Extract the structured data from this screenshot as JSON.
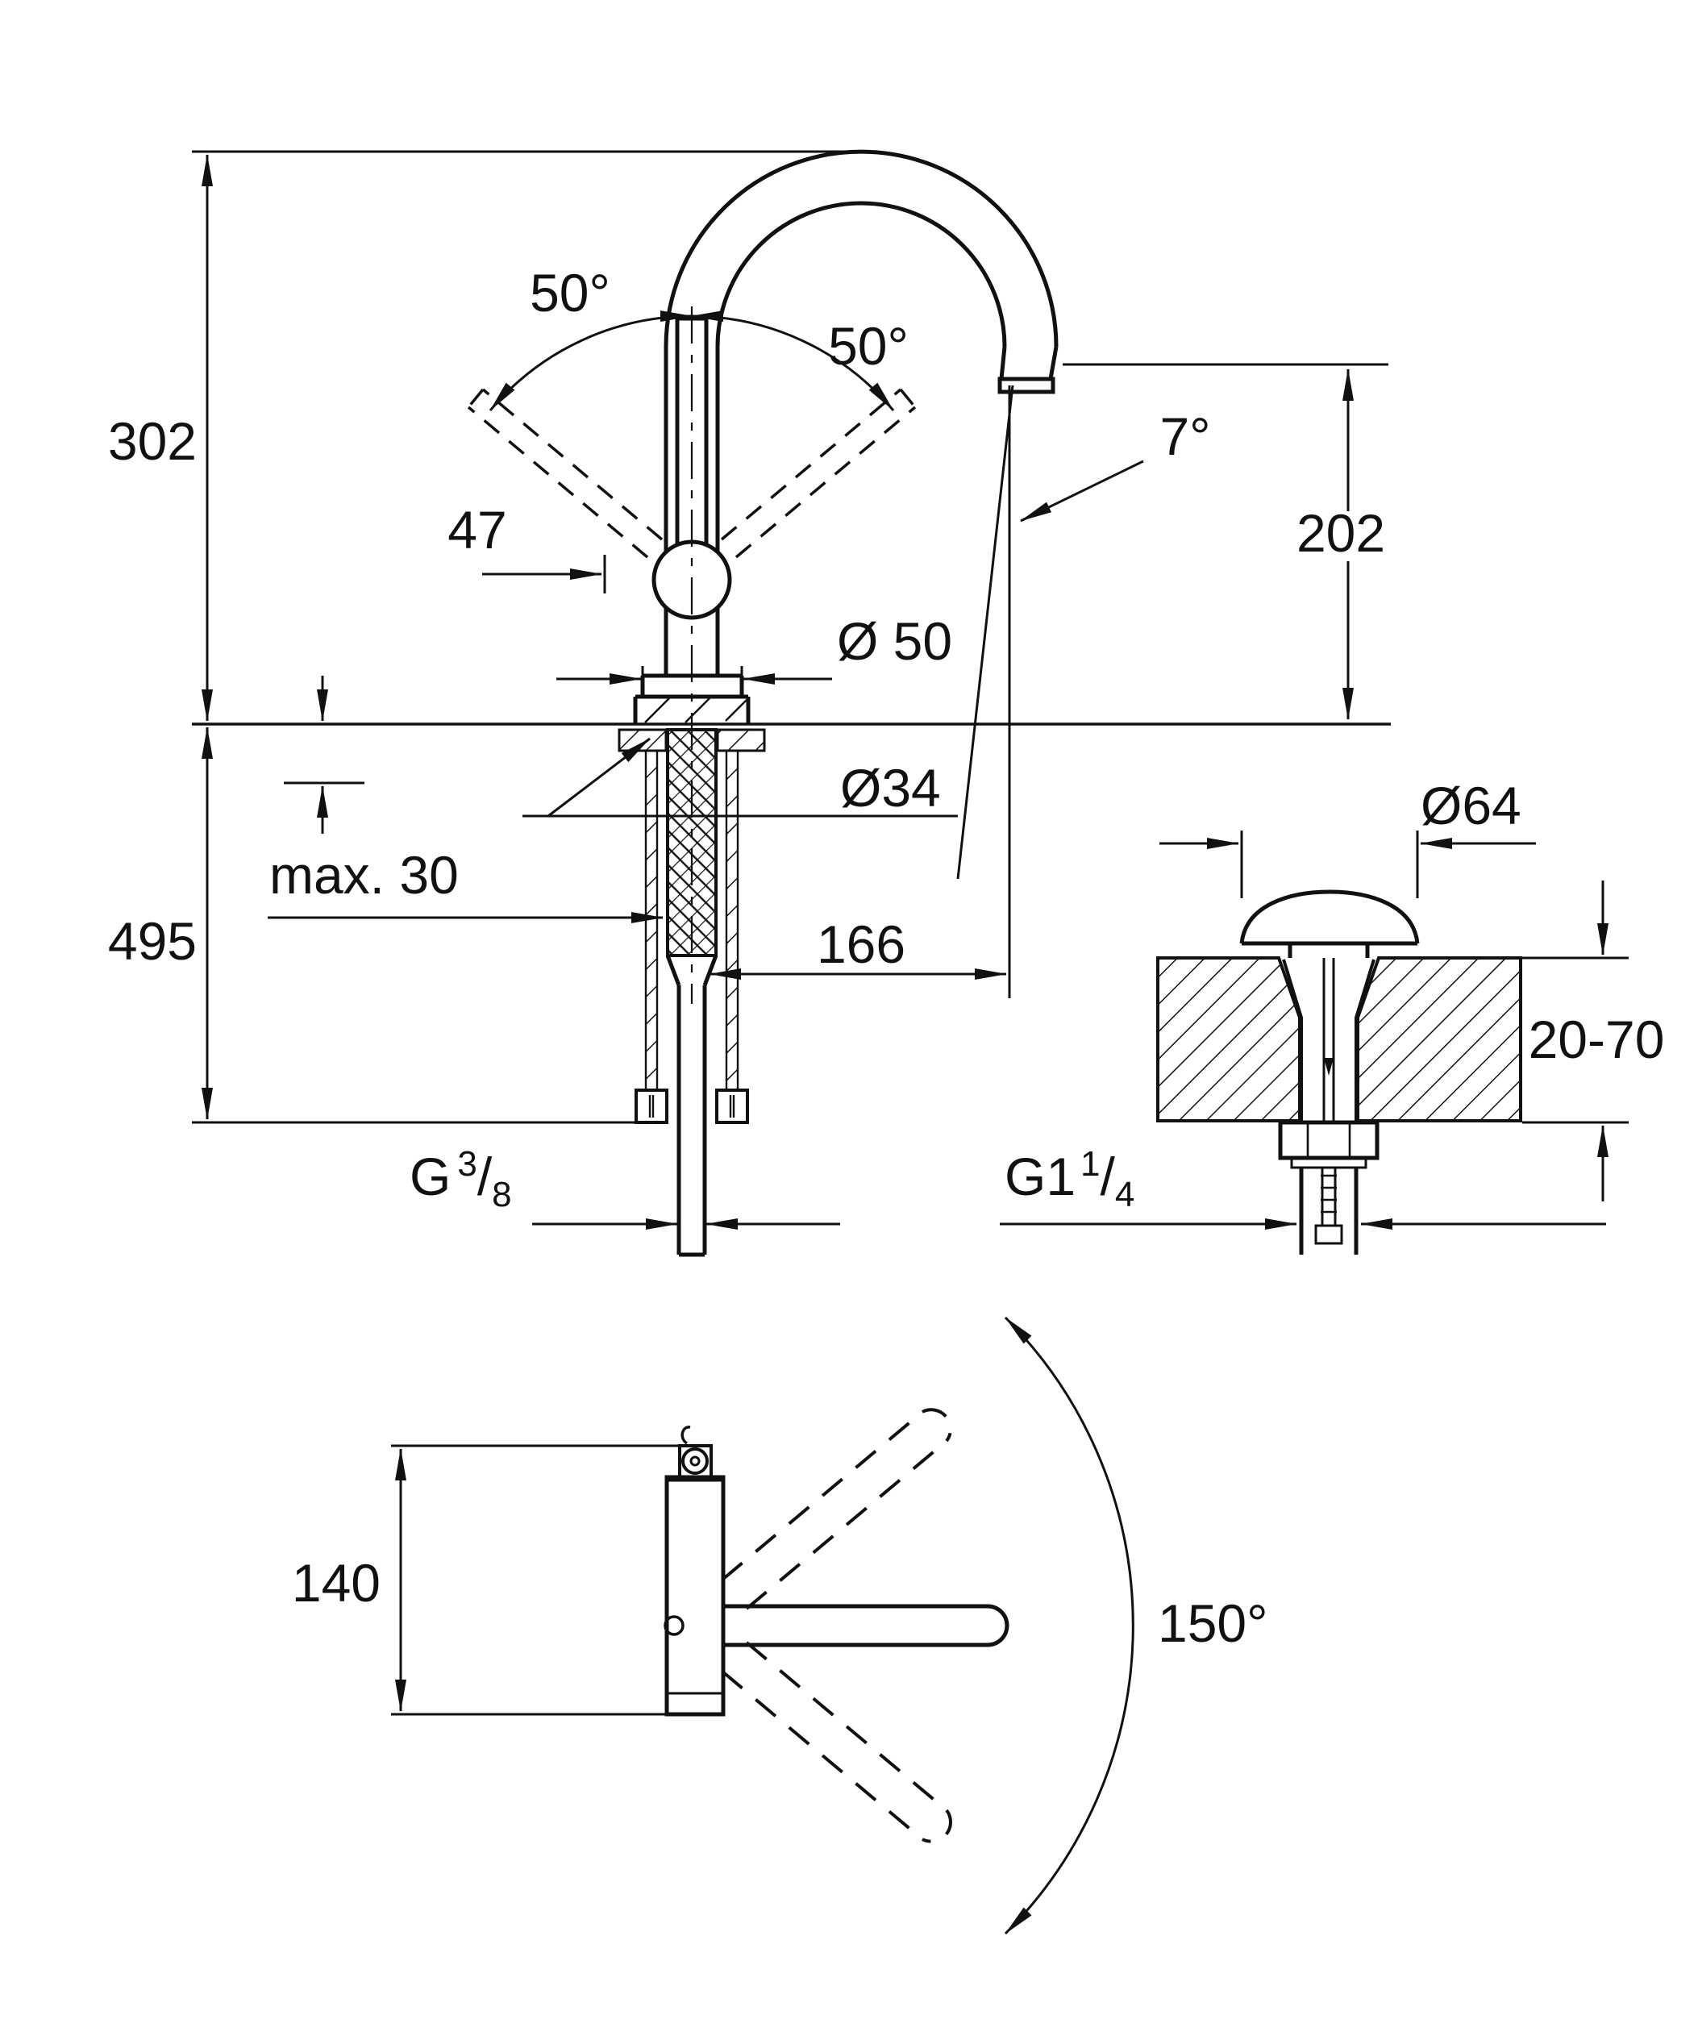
{
  "drawing": {
    "kind": "technical-dimension-drawing",
    "subject": "Single-lever basin mixer with high swivel spout and pop-up waste",
    "units": "mm",
    "colors": {
      "background": "#ffffff",
      "line": "#111111"
    }
  },
  "front_view": {
    "labels": {
      "height_above_deck": "302",
      "total_height": "495",
      "lever_angle_left": "50°",
      "lever_angle_right": "50°",
      "lever_offset": "47",
      "base_diameter": "Ø 50",
      "hole_diameter": "Ø34",
      "max_deck_thickness": "max. 30",
      "spout_reach": "166",
      "spout_angle": "7°",
      "spout_height": "202",
      "supply_thread": {
        "prefix": "G",
        "numerator": "3",
        "slash": "/",
        "denominator": "8"
      }
    }
  },
  "waste_detail": {
    "labels": {
      "flange_diameter": "Ø64",
      "deck_thickness_range": "20-70",
      "waste_thread": {
        "prefix": "G1",
        "numerator": "1",
        "slash": "/",
        "denominator": "4"
      }
    }
  },
  "top_view": {
    "labels": {
      "body_depth": "140",
      "swivel_range": "150°"
    }
  }
}
